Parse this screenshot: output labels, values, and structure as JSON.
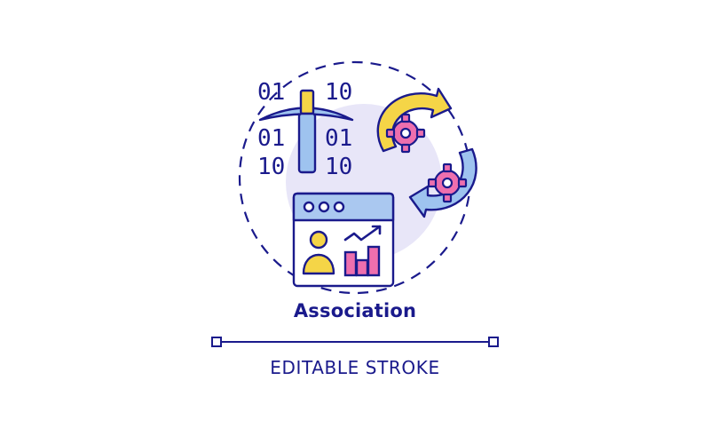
{
  "title": "Association",
  "subtitle": "EDITABLE STROKE",
  "binary": {
    "row1_left": "01",
    "row1_right": "10",
    "row2_left": "01",
    "row2_right": "01",
    "row3_left": "10",
    "row3_right": "10"
  },
  "icons": {
    "main": "association-concept-icon",
    "pickaxe": "pickaxe-icon",
    "gears": "gear-icon",
    "cycle": "circular-arrows-icon",
    "window": "browser-window-icon",
    "user": "user-icon",
    "chart": "bar-chart-icon",
    "trend": "trend-arrow-icon"
  },
  "colors": {
    "outline": "#1a1a8c",
    "background_circle": "#e8e6f8",
    "yellow": "#f5d547",
    "pink": "#ee6fae",
    "blue": "#9ec3ef",
    "window_header": "#aac8f0"
  }
}
